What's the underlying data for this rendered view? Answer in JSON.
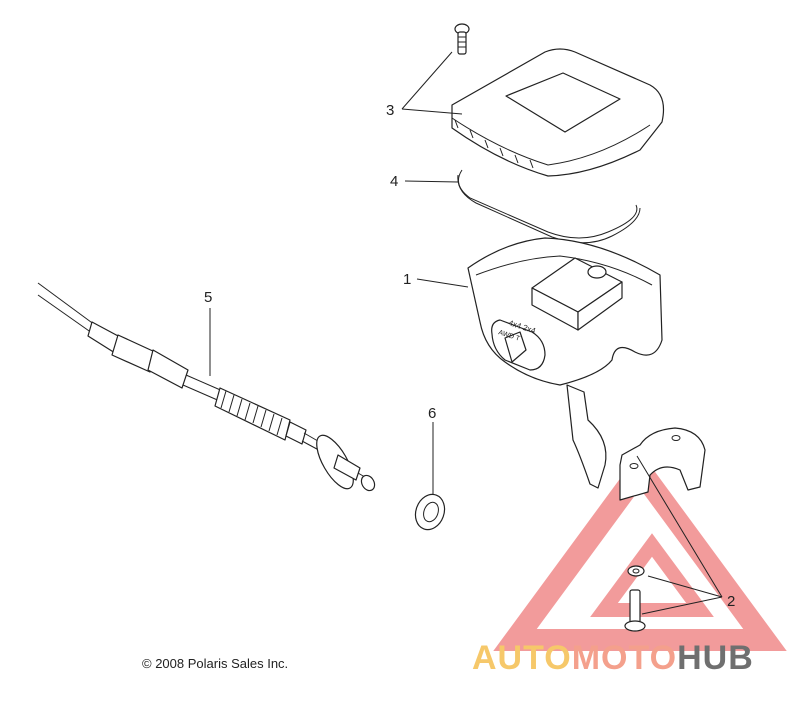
{
  "diagram": {
    "callouts": [
      "1",
      "2",
      "3",
      "4",
      "5",
      "6"
    ],
    "copyright": "© 2008 Polaris Sales Inc.",
    "switch_markings": {
      "line1": "4x4  2x4",
      "line2": "AWD  T"
    }
  },
  "watermark": {
    "part1": "AUTO",
    "part2": "MOTO",
    "part3": "HUB",
    "colors": {
      "auto": "#f6c86a",
      "moto": "#f4a08c",
      "hub": "#6f6f6f",
      "triangle": "#f08a8a"
    }
  }
}
